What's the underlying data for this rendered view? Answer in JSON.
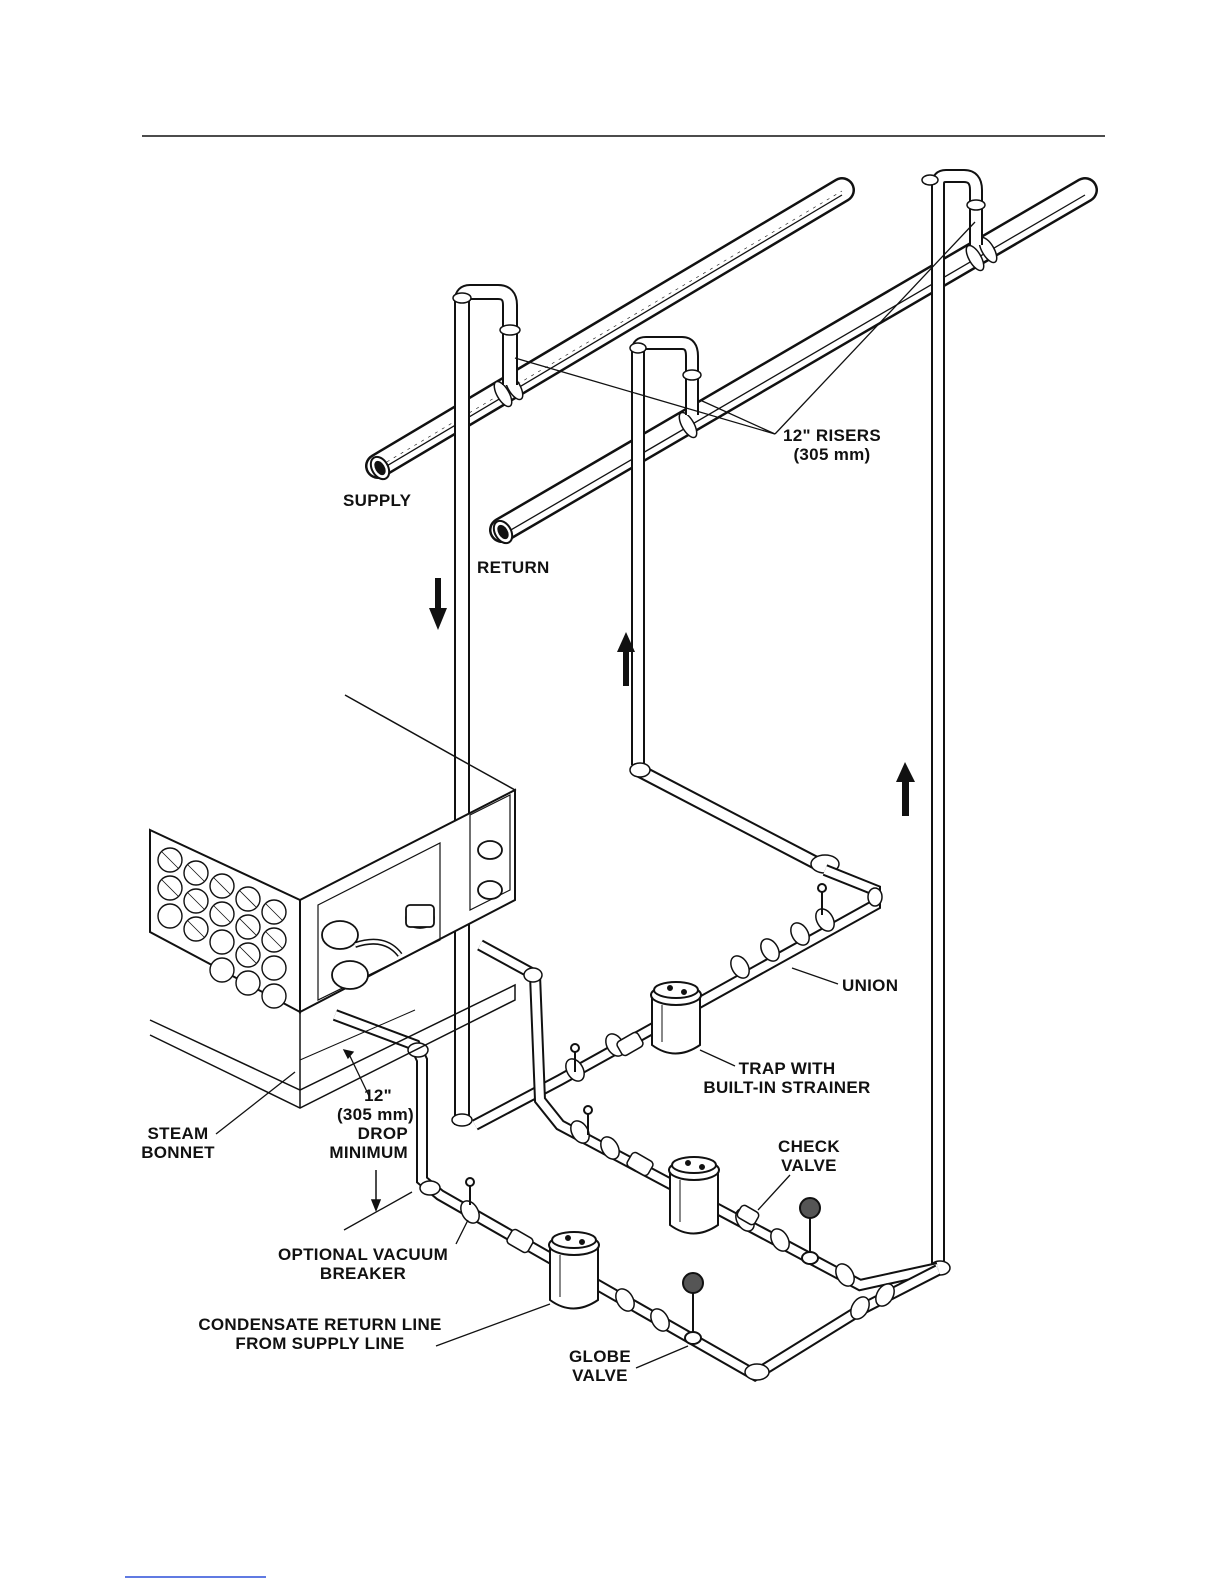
{
  "labels": {
    "risers": "12\" RISERS",
    "risers_mm": "(305 mm)",
    "supply": "SUPPLY",
    "return": "RETURN",
    "union": "UNION",
    "trap_1": "TRAP WITH",
    "trap_2": "BUILT-IN STRAINER",
    "check_1": "CHECK",
    "check_2": "VALVE",
    "steam_1": "STEAM",
    "steam_2": "BONNET",
    "drop_1": "12\"",
    "drop_2": "(305 mm)",
    "drop_3": "DROP",
    "drop_4": "MINIMUM",
    "vacuum_1": "OPTIONAL VACUUM",
    "vacuum_2": "BREAKER",
    "cond_1": "CONDENSATE RETURN LINE",
    "cond_2": "FROM SUPPLY LINE",
    "globe_1": "GLOBE",
    "globe_2": "VALVE"
  },
  "colors": {
    "ink": "#111111",
    "paper": "#ffffff",
    "link": "#2b4fd8"
  }
}
